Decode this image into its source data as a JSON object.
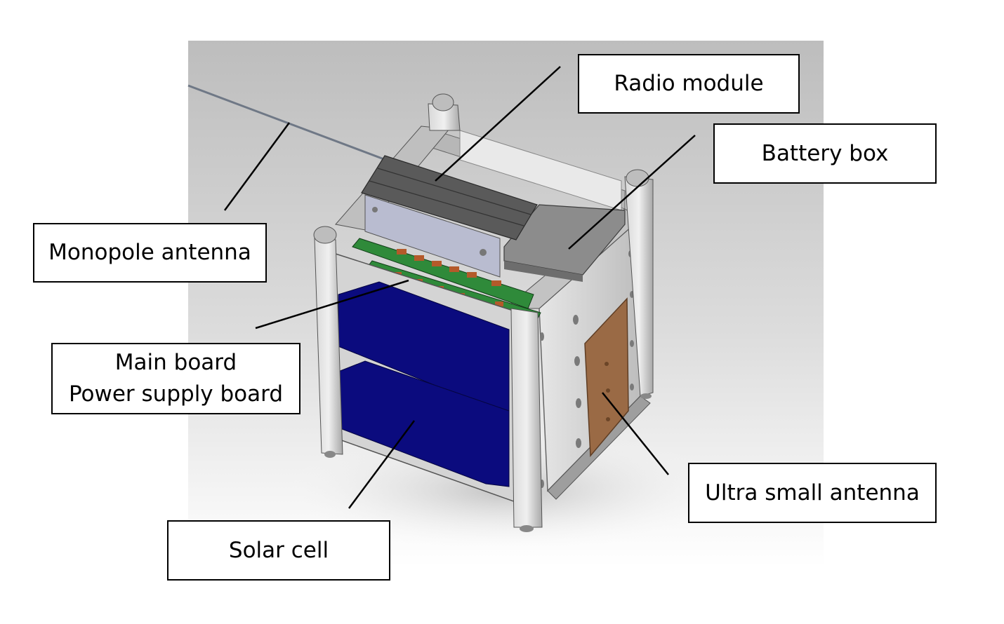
{
  "labels": {
    "radio_module": "Radio module",
    "battery_box": "Battery box",
    "monopole_antenna": "Monopole antenna",
    "main_board": "Main board",
    "power_supply_board": "Power supply board",
    "ultra_small_antenna": "Ultra small antenna",
    "solar_cell": "Solar cell"
  },
  "colors": {
    "solar_panel": "#0b0b7e",
    "circuit_board": "#2f8a3a",
    "patch_antenna": "#9a6a45",
    "frame": "#c9c9c9",
    "background_gradient_top": "#bdbdbd",
    "background_gradient_bottom": "#ffffff"
  }
}
